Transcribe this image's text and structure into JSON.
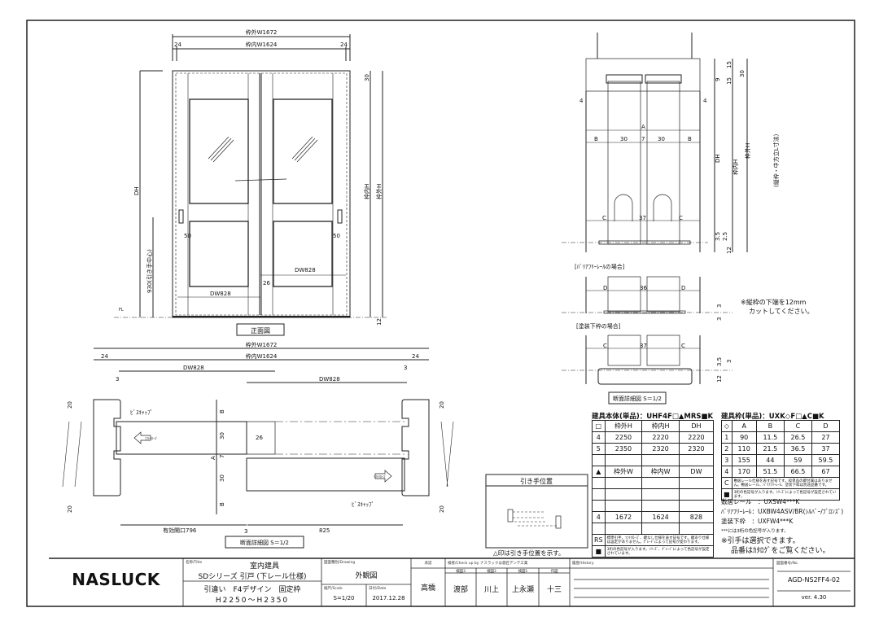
{
  "front_view": {
    "outer_w": "枠外W1672",
    "inner_w": "枠内W1624",
    "side_left": "24",
    "side_right": "24",
    "top_30": "30",
    "dh": "DH",
    "inner_h": "枠内H",
    "outer_h": "枠外H",
    "handle_h": "930(引き手中心)",
    "fifty_left": "50",
    "fifty_right": "50",
    "dw_left": "DW828",
    "dw_right": "DW828",
    "overlap": "26",
    "bottom_12": "12",
    "fl": "FL",
    "caption": "正面図"
  },
  "side_section": {
    "four_left": "4",
    "four_right": "4",
    "a": "A",
    "b_left": "B",
    "b_right": "B",
    "w30_left": "30",
    "gap7": "7",
    "w30_right": "30",
    "c_left": "C",
    "c_right": "C",
    "gap37": "37",
    "d15a": "15",
    "d15b": "15",
    "d30": "30",
    "d9": "9",
    "dh": "DH",
    "inner_h": "枠内H",
    "outer_h": "枠外H",
    "note_h": "(縦枠・中方立L寸法)",
    "d35": "3.5",
    "d25": "2.5",
    "d12": "12",
    "barrier_title": "[ﾊﾞﾘｱﾌﾘｰﾚｰﾙの場合]",
    "d_left": "D",
    "d_right": "D",
    "gap36": "36",
    "b3a": "3",
    "b3b": "3",
    "cut_note_1": "※縦枠の下端を12mm",
    "cut_note_2": "カットしてください。",
    "painted_title": "[塗装下枠の場合]",
    "c2_left": "C",
    "c2_right": "C",
    "gap37b": "37",
    "p35": "3.5",
    "p3": "3",
    "p12": "12",
    "caption": "断面詳細図 S＝1/2"
  },
  "plan_section": {
    "outer_w": "枠外W1672",
    "inner_w": "枠内W1624",
    "side_left": "24",
    "side_right": "24",
    "dw_left": "DW828",
    "dw_right": "DW828",
    "three_left": "3",
    "three_right": "3",
    "screw_cap_left": "ﾋﾞｽｷｬｯﾌﾟ",
    "screw_cap_right": "ﾋﾞｽｷｬｯﾌﾟ",
    "soft_close_left": "ｿﾌﾄｸﾛｰｽﾞ",
    "soft_close_right": "ｿﾌﾄｸﾛｰｽﾞ",
    "twenty_tl": "20",
    "twenty_bl": "20",
    "twenty_tr": "20",
    "twenty_br": "20",
    "b_top": "B",
    "w30_top": "30",
    "gap7": "7",
    "w30_bot": "30",
    "b_bot": "B",
    "a": "A",
    "overlap": "26",
    "opening": "有効開口796",
    "three_mid": "3",
    "d825": "825",
    "caption": "断面詳細図 S＝1/2"
  },
  "pull_position": {
    "title": "引き手位置",
    "note": "△印は引き手位置を示す。"
  },
  "door_table": {
    "title": "建具本体(単品)：UHF4F□▲MRS■K",
    "head1": [
      "□",
      "枠外H",
      "枠内H",
      "DH"
    ],
    "rows1": [
      [
        "4",
        "2250",
        "2220",
        "2220"
      ],
      [
        "5",
        "2350",
        "2320",
        "2320"
      ]
    ],
    "head2": [
      "▲",
      "枠外W",
      "枠内W",
      "DW"
    ],
    "rows2": [
      [
        "4",
        "1672",
        "1624",
        "828"
      ]
    ],
    "rs_label": "RS",
    "rs_note": "標準引手、ｿﾌﾄｸﾛｰｽﾞ、鍵なし仕様を表す記号です。鍵あり仕様は設定がありません。ｸﾞﾚｰﾄﾞによって記号が変わります。",
    "sq_label": "■",
    "sq_note": "3桁の色記号が入ります。ｼﾘｰｽﾞ、ｸﾞﾚｰﾄﾞによって色記号が設定されています。"
  },
  "frame_table": {
    "title": "建具枠(単品)：UXK◇F□▲C■K",
    "head": [
      "◇",
      "A",
      "B",
      "C",
      "D"
    ],
    "rows": [
      [
        "1",
        "90",
        "11.5",
        "26.5",
        "27"
      ],
      [
        "2",
        "110",
        "21.5",
        "36.5",
        "37"
      ],
      [
        "3",
        "155",
        "44",
        "59",
        "59.5"
      ],
      [
        "4",
        "170",
        "51.5",
        "66.5",
        "67"
      ]
    ],
    "c_label": "C",
    "c_note": "敷居レール仕様を表す記号です。枠単品の鍵付属はありません。敷居レール、ﾊﾞﾘｱﾌﾘｰﾚｰﾙ、塗装下枠は別途品番です。",
    "sq_label": "■",
    "sq_note": "3桁の色記号が入ります。ｼﾘｰｽﾞによって色記号が設定されています。",
    "rail_1": "敷居レール　：UXSW4***K",
    "rail_2": "ﾊﾞﾘｱﾌﾘｰﾚｰﾙ：UXBW4ASV/BR(ｼﾙﾊﾞｰ/ﾌﾞﾛﾝｽﾞ)",
    "rail_3": "塗装下枠　：UXFW4***K",
    "color_note": "***には3桁の色記号が入ります。",
    "pull_note": "※引手は選択できます。",
    "catalog_note": "品番はｶﾀﾛｸﾞをご覧ください。"
  },
  "title_block": {
    "logo": "NASLUCK",
    "title_label": "名称/Title",
    "title_1": "室内建具",
    "title_2": "SDシリーズ 引戸 (下レール仕様)",
    "title_3": "引違い　F4デザイン　固定枠",
    "title_4": "H2250〜H2350",
    "drawing_label": "図面種別/Drawing",
    "drawing": "外観図",
    "scale_label": "縮尺/Scale",
    "scale": "S=1/20",
    "date_label": "日付/Date",
    "date": "2017.12.28",
    "approve_label": "承認",
    "approver": "高橋",
    "check_label": "検者/Check up by ナスラックは意匠デンテ工業",
    "check_heads": [
      "検図3",
      "検図2",
      "検図1",
      "作図"
    ],
    "checkers": [
      "渡部",
      "川上",
      "上永瀬",
      "十三"
    ],
    "history_label": "履歴/History",
    "no_label": "図面番号/No.",
    "number": "AGD-NS2FF4-02",
    "version": "ver. 4.30"
  }
}
